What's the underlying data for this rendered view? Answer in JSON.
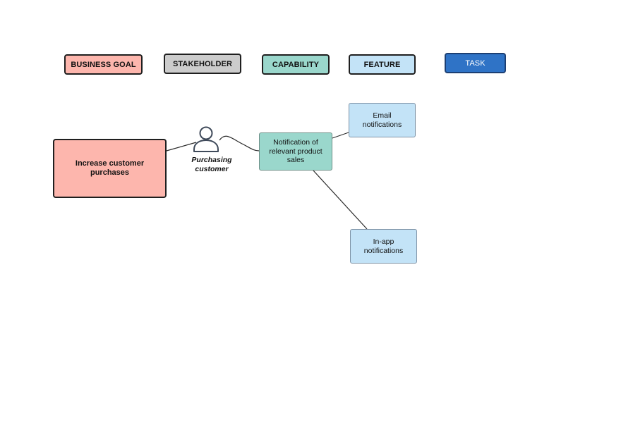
{
  "legend": {
    "business_goal": "BUSINESS GOAL",
    "stakeholder": "STAKEHOLDER",
    "capability": "CAPABILITY",
    "feature": "FEATURE",
    "task": "TASK"
  },
  "colors": {
    "business_goal": "#fdb6ad",
    "stakeholder": "#cccccc",
    "capability": "#9ad7cc",
    "feature": "#c3e3f7",
    "task": "#2f73c6",
    "line": "#2a2a2a"
  },
  "diagram": {
    "goal": {
      "label_line1": "Increase customer",
      "label_line2": "purchases"
    },
    "stakeholder": {
      "label_line1": "Purchasing",
      "label_line2": "customer",
      "icon": "person-icon"
    },
    "capability": {
      "label_line1": "Notification of",
      "label_line2": "relevant product",
      "label_line3": "sales"
    },
    "features": [
      {
        "label_line1": "Email",
        "label_line2": "notifications"
      },
      {
        "label_line1": "In-app",
        "label_line2": "notifications"
      }
    ]
  }
}
